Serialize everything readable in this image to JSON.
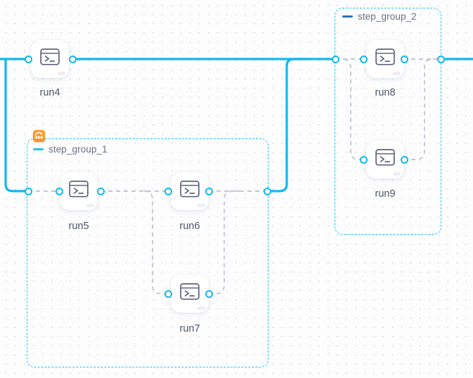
{
  "canvas": {
    "background_color": "#fdfdfe",
    "grid": "dot-grid",
    "accent_color": "#12b7f0",
    "group_border_color": "#22c3f2",
    "dashed_edge_color": "#b4b9c4",
    "badge_color": "#f5912a",
    "label_color": "#4c5566"
  },
  "groups": [
    {
      "id": "step_group_1",
      "label": "step_group_1",
      "dash_color": "#22c3f2",
      "has_badge": true,
      "badge_icon": "workflow-group-icon"
    },
    {
      "id": "step_group_2",
      "label": "step_group_2",
      "dash_color": "#2f6fb5",
      "has_badge": false,
      "badge_icon": ""
    }
  ],
  "nodes": [
    {
      "id": "run4",
      "label": "run4",
      "icon": "terminal-icon",
      "code_glyph": "</>"
    },
    {
      "id": "run5",
      "label": "run5",
      "icon": "terminal-icon",
      "code_glyph": "</>"
    },
    {
      "id": "run6",
      "label": "run6",
      "icon": "terminal-icon",
      "code_glyph": "</>"
    },
    {
      "id": "run7",
      "label": "run7",
      "icon": "terminal-icon",
      "code_glyph": "</>"
    },
    {
      "id": "run8",
      "label": "run8",
      "icon": "terminal-icon",
      "code_glyph": "</>"
    },
    {
      "id": "run9",
      "label": "run9",
      "icon": "terminal-icon",
      "code_glyph": "</>"
    }
  ]
}
